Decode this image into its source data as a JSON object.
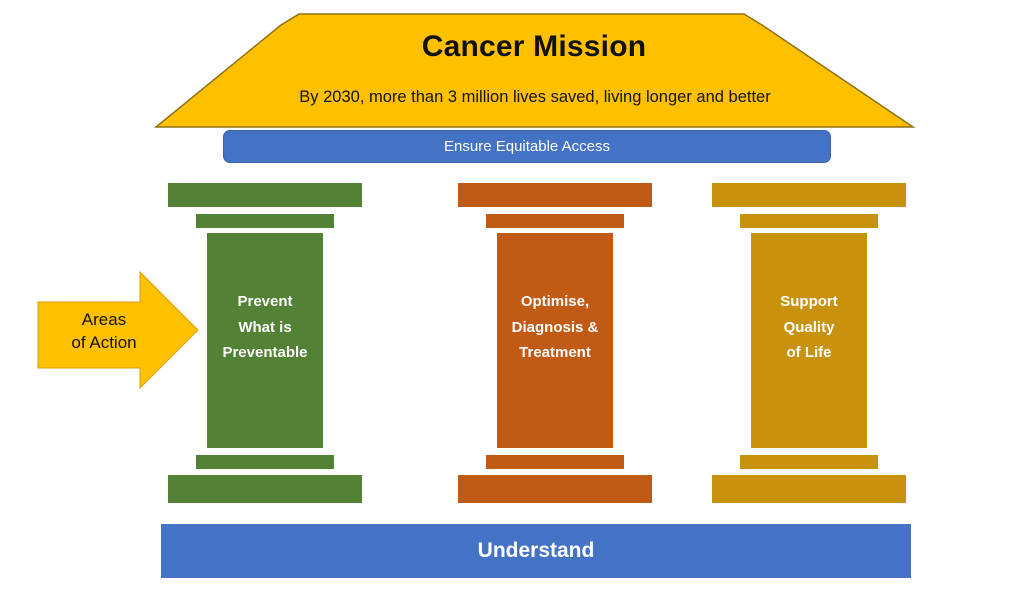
{
  "palette": {
    "roof_gold": "#FFC000",
    "roof_border": "#8f7015",
    "beam_blue": "#4472C4",
    "arrow_gold": "#FFC000",
    "arrow_border": "#DD9B0B",
    "title_text": "#111111",
    "pillar_text": "#FFFFFF"
  },
  "roof": {
    "title": "Cancer Mission",
    "subtitle": "By 2030, more than 3 million lives saved, living longer and better"
  },
  "beams": {
    "ensure_label": "Ensure Equitable Access",
    "understand_label": "Understand"
  },
  "arrow": {
    "lines": [
      "Areas",
      "of Action"
    ]
  },
  "pillars": [
    {
      "name": "prevention",
      "color": "#538135",
      "lines": [
        "Prevent",
        "What is",
        "Preventable"
      ]
    },
    {
      "name": "diagnosis-treatment",
      "color": "#C05A15",
      "lines": [
        "Optimise,",
        "Diagnosis &",
        "Treatment"
      ]
    },
    {
      "name": "quality-of-life",
      "color": "#C8920F",
      "lines": [
        "Support",
        "Quality",
        "of Life"
      ]
    }
  ]
}
